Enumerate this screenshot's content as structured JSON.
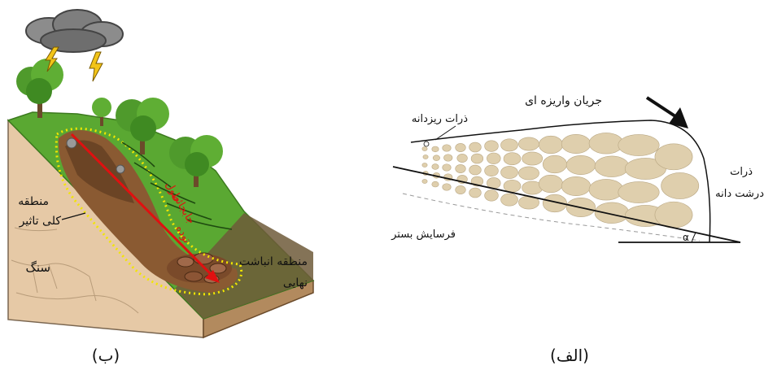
{
  "panel_b": {
    "caption": "(ب)",
    "labels": {
      "zone_general_1": "منطقه",
      "zone_general_2": "کلی تاثیر",
      "rock": "سنگ",
      "deposit_1": "منطقه انباشت",
      "deposit_2": "نهایی",
      "travel_1": "طول",
      "travel_2": "جابجائی",
      "travel_3": "توده"
    }
  },
  "panel_a": {
    "caption": "(الف)",
    "labels": {
      "debris_flow": "جریان واریزه ای",
      "fine_particles": "ذرات ریزدانه",
      "coarse_1": "ذرات",
      "coarse_2": "درشت دانه",
      "bed_erosion": "فرسایش بستر",
      "alpha": "α"
    }
  },
  "colors": {
    "grain": "#dfcfad",
    "grain_stroke": "#b9a783",
    "grass": "#5aa832",
    "soil": "#8a5a32",
    "arrow_red": "#e01010",
    "boundary_yellow": "#f2e600"
  }
}
